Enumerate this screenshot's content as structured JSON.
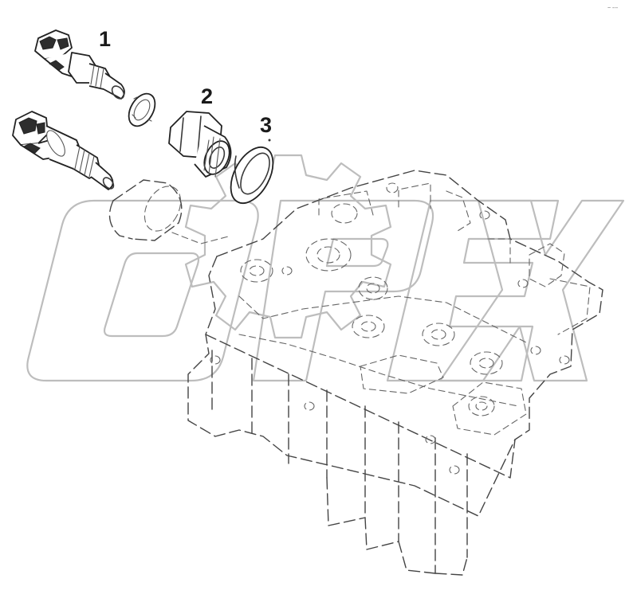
{
  "figure": {
    "callouts": [
      {
        "id": "callout-1",
        "text": "1"
      },
      {
        "id": "callout-2",
        "text": "2"
      },
      {
        "id": "callout-3",
        "text": "3"
      }
    ],
    "watermark_text": "OPEX",
    "corner_mark": "~ ---",
    "colors": {
      "line": "#222222",
      "watermark": "#bdbdbd",
      "background": "#ffffff"
    }
  }
}
